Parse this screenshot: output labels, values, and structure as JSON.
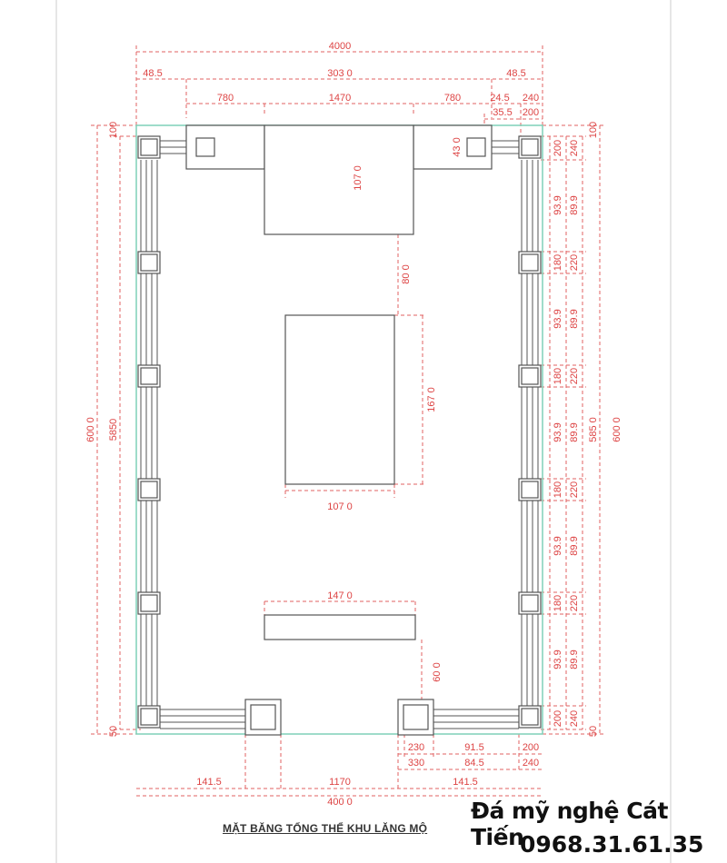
{
  "drawing": {
    "title": "MẶT BĂNG TỔNG THỂ KHU LĂNG MỘ",
    "brand": "Đá mỹ nghệ Cát Tiến",
    "phone": "0968.31.61.35"
  },
  "dims": {
    "top_total": "4000",
    "top_row2": [
      "48.5",
      "303 0",
      "48.5"
    ],
    "top_row3": [
      "780",
      "1470",
      "780",
      "24.5",
      "240"
    ],
    "top_row4": [
      "35.5",
      "200"
    ],
    "left_total": "600 0",
    "left_inner": "5850",
    "left_top": "100",
    "left_bottom": "50",
    "right_inner": "585 0",
    "right_total": "600 0",
    "right_top": "100",
    "right_bottom": "50",
    "right_col1": [
      "200",
      "93.9",
      "180",
      "93.9",
      "180",
      "93.9",
      "180",
      "93.9",
      "180",
      "93.9",
      "200"
    ],
    "right_col2": [
      "240",
      "89.9",
      "220",
      "89.9",
      "220",
      "89.9",
      "220",
      "89.9",
      "220",
      "89.9",
      "240"
    ],
    "interior": {
      "center_block_depth": "107 0",
      "wing_depth": "43 0",
      "gap_to_tomb": "80 0",
      "tomb_length": "167 0",
      "tomb_width": "107 0",
      "bench_width": "147 0",
      "bench_gap": "60 0"
    },
    "bottom_row1": [
      "230",
      "91.5",
      "200"
    ],
    "bottom_row2": [
      "330",
      "84.5",
      "240"
    ],
    "bottom_row3": [
      "141.5",
      "1170",
      "141.5"
    ],
    "bottom_total": "400 0"
  },
  "colors": {
    "dimension": "#dd4444",
    "lines": "#555555",
    "boundary": "#7fd0b8"
  }
}
